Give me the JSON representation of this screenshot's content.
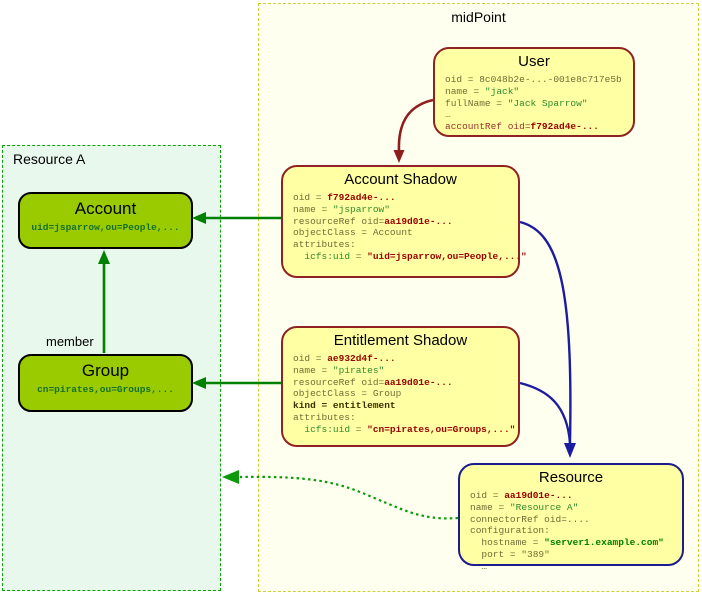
{
  "colors": {
    "ivory_fill": "#fffff0",
    "ivory_border": "#cfcf3a",
    "mint_fill": "#e9f8ed",
    "mint_border": "#0aa30a",
    "yellow_fill": "#ffffa3",
    "yellow_border": "#8f2323",
    "navy_border": "#1c1c8f",
    "green_fill": "#99cb00",
    "dn_green": "#15702a",
    "key": "#6e6e37",
    "val": "#2e8b2e",
    "ref": "#990000",
    "refp": "#9c3030",
    "kbold": "#3b3000",
    "gval": "#008000",
    "arrow_red": "#8f1d1d",
    "arrow_green": "#008000",
    "arrow_blue": "#1c1ca0",
    "dotted_green": "#0a9a0a"
  },
  "midpoint": {
    "label": "midPoint",
    "user": {
      "title": "User",
      "lines": [
        {
          "s": [
            {
              "c": "key",
              "t": "oid = 8c048b2e-...-001e8c717e5b"
            }
          ]
        },
        {
          "s": [
            {
              "c": "key",
              "t": "name = "
            },
            {
              "c": "val",
              "t": "\"jack\""
            }
          ]
        },
        {
          "s": [
            {
              "c": "key",
              "t": "fullName = "
            },
            {
              "c": "val",
              "t": "\"Jack Sparrow\""
            }
          ]
        },
        {
          "s": [
            {
              "c": "key",
              "t": "…"
            }
          ]
        },
        {
          "s": [
            {
              "c": "refp",
              "t": "accountRef oid="
            },
            {
              "c": "ref",
              "t": "f792ad4e-..."
            }
          ]
        }
      ]
    },
    "account_shadow": {
      "title": "Account Shadow",
      "lines": [
        {
          "s": [
            {
              "c": "key",
              "t": "oid = "
            },
            {
              "c": "ref",
              "t": "f792ad4e-..."
            }
          ]
        },
        {
          "s": [
            {
              "c": "key",
              "t": "name = "
            },
            {
              "c": "val",
              "t": "\"jsparrow\""
            }
          ]
        },
        {
          "s": [
            {
              "c": "key",
              "t": "resourceRef oid="
            },
            {
              "c": "ref",
              "t": "aa19d01e-..."
            }
          ]
        },
        {
          "s": [
            {
              "c": "key",
              "t": "objectClass = Account"
            }
          ]
        },
        {
          "s": [
            {
              "c": "key",
              "t": "attributes:"
            }
          ]
        },
        {
          "s": [
            {
              "c": "key",
              "t": "  "
            },
            {
              "c": "val",
              "t": "icfs:uid"
            },
            {
              "c": "key",
              "t": " = "
            },
            {
              "c": "ref",
              "t": "\"uid=jsparrow,ou=People,...\""
            }
          ]
        }
      ]
    },
    "entitlement_shadow": {
      "title": "Entitlement Shadow",
      "lines": [
        {
          "s": [
            {
              "c": "key",
              "t": "oid = "
            },
            {
              "c": "ref",
              "t": "ae932d4f-..."
            }
          ]
        },
        {
          "s": [
            {
              "c": "key",
              "t": "name = "
            },
            {
              "c": "val",
              "t": "\"pirates\""
            }
          ]
        },
        {
          "s": [
            {
              "c": "key",
              "t": "resourceRef oid="
            },
            {
              "c": "ref",
              "t": "aa19d01e-..."
            }
          ]
        },
        {
          "s": [
            {
              "c": "key",
              "t": "objectClass = Group"
            }
          ]
        },
        {
          "s": [
            {
              "c": "kbold",
              "t": "kind = entitlement"
            }
          ]
        },
        {
          "s": [
            {
              "c": "key",
              "t": "attributes:"
            }
          ]
        },
        {
          "s": [
            {
              "c": "key",
              "t": "  "
            },
            {
              "c": "val",
              "t": "icfs:uid"
            },
            {
              "c": "key",
              "t": " = "
            },
            {
              "c": "ref",
              "t": "\"cn=pirates,ou=Groups,...\""
            }
          ]
        }
      ]
    },
    "resource": {
      "title": "Resource",
      "lines": [
        {
          "s": [
            {
              "c": "key",
              "t": "oid = "
            },
            {
              "c": "ref",
              "t": "aa19d01e-..."
            }
          ]
        },
        {
          "s": [
            {
              "c": "key",
              "t": "name = "
            },
            {
              "c": "val",
              "t": "\"Resource A\""
            }
          ]
        },
        {
          "s": [
            {
              "c": "key",
              "t": "connectorRef oid=...."
            }
          ]
        },
        {
          "s": [
            {
              "c": "key",
              "t": "configuration:"
            }
          ]
        },
        {
          "s": [
            {
              "c": "key",
              "t": "  hostname = "
            },
            {
              "c": "gval",
              "t": "\"server1.example.com\""
            }
          ]
        },
        {
          "s": [
            {
              "c": "key",
              "t": "  port = \"389\""
            }
          ]
        },
        {
          "s": [
            {
              "c": "key",
              "t": "  …"
            }
          ]
        }
      ]
    }
  },
  "resource_a": {
    "label": "Resource A",
    "account": {
      "title": "Account",
      "subtitle": "uid=jsparrow,ou=People,..."
    },
    "group": {
      "title": "Group",
      "subtitle": "cn=pirates,ou=Groups,..."
    },
    "member_label": "member"
  },
  "arrows": [
    {
      "name": "user-to-account-shadow",
      "style": "solid-curve",
      "color": "dark-red"
    },
    {
      "name": "account-shadow-to-account",
      "style": "solid",
      "color": "green"
    },
    {
      "name": "entitlement-shadow-to-group",
      "style": "solid",
      "color": "green"
    },
    {
      "name": "group-to-account-member",
      "style": "solid",
      "color": "green",
      "label": "member"
    },
    {
      "name": "account-shadow-to-resource",
      "style": "solid-curve",
      "color": "navy"
    },
    {
      "name": "entitlement-shadow-to-resource",
      "style": "solid-curve",
      "color": "navy"
    },
    {
      "name": "resource-to-resource-a",
      "style": "dotted-curve",
      "color": "green"
    }
  ]
}
